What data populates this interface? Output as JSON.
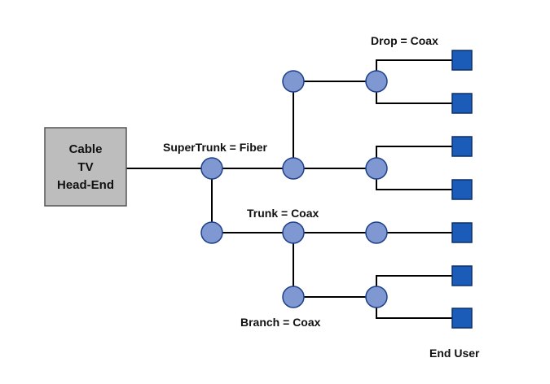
{
  "headend": {
    "line1": "Cable",
    "line2": "TV",
    "line3": "Head-End"
  },
  "labels": {
    "supertrunk": "SuperTrunk = Fiber",
    "trunk": "Trunk = Coax",
    "branch": "Branch = Coax",
    "drop": "Drop = Coax",
    "enduser": "End User"
  },
  "colors": {
    "node_fill": "#7f98d2",
    "enduser_fill": "#1b5cb8",
    "headend_fill": "#bdbdbd",
    "line": "#000000"
  }
}
